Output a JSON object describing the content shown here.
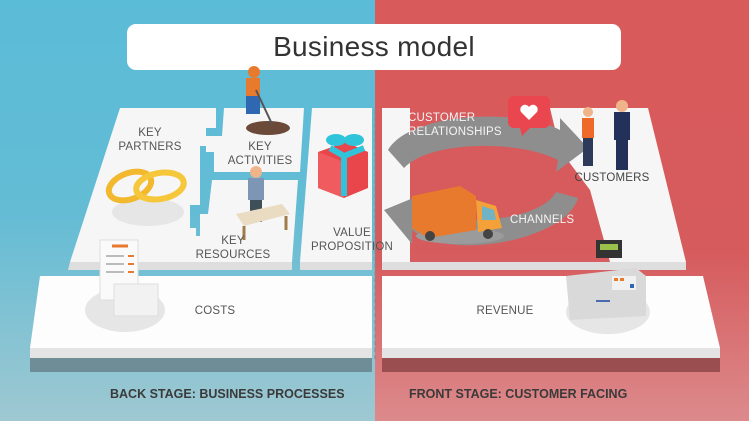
{
  "title": "Business model",
  "colors": {
    "back_stage_bg": "#5bbcd8",
    "front_stage_bg": "#d95a5a",
    "board": "#f7f7f7",
    "accent_orange": "#e87a2e"
  },
  "blocks": {
    "key_partners": "KEY\nPARTNERS",
    "key_activities": "KEY\nACTIVITIES",
    "key_resources": "KEY\nRESOURCES",
    "value_proposition": "VALUE\nPROPOSITION",
    "customer_relationships": "CUSTOMER\nRELATIONSHIPS",
    "channels": "CHANNELS",
    "customers": "CUSTOMERS",
    "costs": "COSTS",
    "revenue": "REVENUE"
  },
  "stages": {
    "back": "BACK STAGE: BUSINESS PROCESSES",
    "front": "FRONT STAGE: CUSTOMER FACING"
  },
  "icons": [
    "worker-digging-icon",
    "wedding-rings-icon",
    "man-with-table-icon",
    "gift-box-icon",
    "heart-speech-bubble-icon",
    "delivery-truck-icon",
    "customers-couple-icon",
    "receipt-icon",
    "cash-register-icon",
    "cycle-arrows-icon"
  ]
}
